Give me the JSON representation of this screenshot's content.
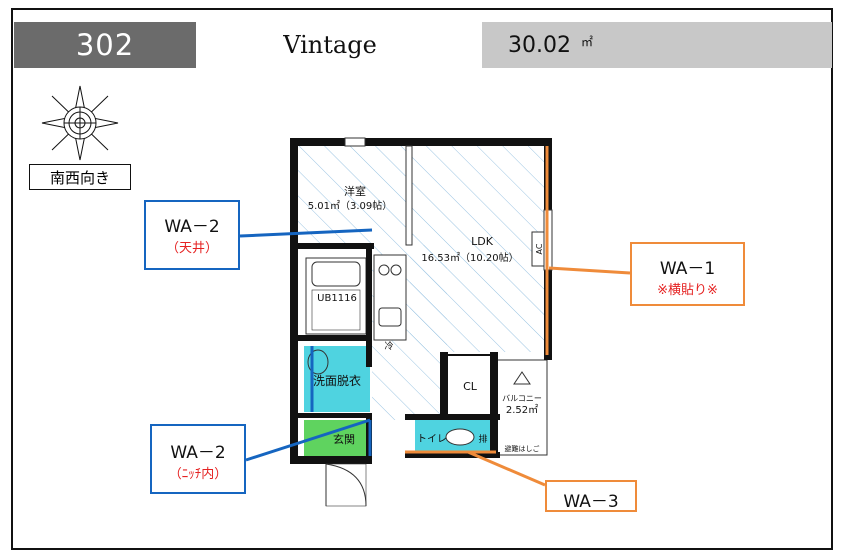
{
  "header": {
    "unit_number": "302",
    "property_name": "Vintage",
    "area_value": "30.02",
    "area_unit": "㎡"
  },
  "orientation": "南西向き",
  "rooms": {
    "western_room_name": "洋室",
    "western_room_size": "5.01㎡（3.09帖）",
    "ldk_name": "LDK",
    "ldk_size": "16.53㎡（10.20帖）",
    "ac": "AC",
    "ub": "UB1116",
    "washroom": "洗面脱衣",
    "entrance": "玄関",
    "toilet": "トイレ",
    "closet": "CL",
    "balcony_name": "バルコニー",
    "balcony_size": "2.52㎡",
    "fridge": "冷",
    "escape_ladder": "避難はしご",
    "toilet_mark": "排"
  },
  "labels": {
    "wa2_ceiling": {
      "code": "WA－2",
      "note": "（天井）"
    },
    "wa1": {
      "code": "WA－1",
      "note": "※横貼り※"
    },
    "wa2_niche": {
      "code": "WA－2",
      "note": "（ﾆｯﾁ内）"
    },
    "wa3": {
      "code": "WA－3",
      "note": ""
    }
  },
  "colors": {
    "blue_label": "#1565c0",
    "orange_label": "#ef8b3a",
    "accent_red": "#e52222",
    "wet_area_cyan": "#4fd3e0",
    "entrance_green": "#5fd35f",
    "header_dark": "#6b6b6b",
    "header_light": "#c8c8c8"
  }
}
